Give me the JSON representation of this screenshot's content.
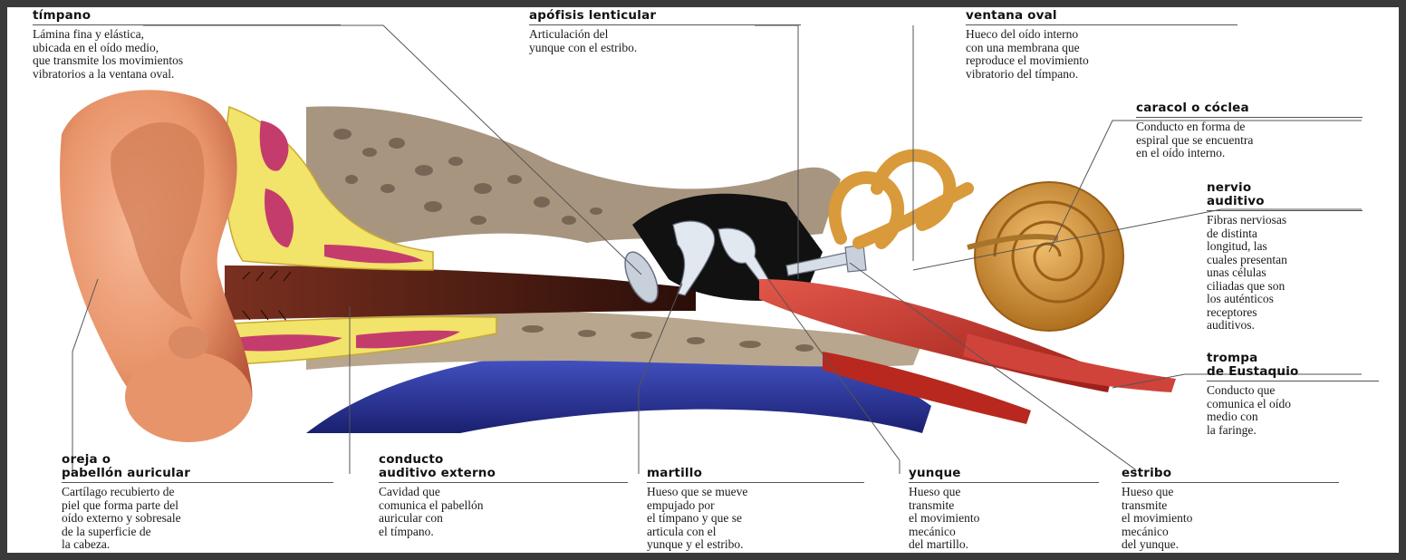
{
  "labels": {
    "timpano": {
      "title": "tímpano",
      "text": "Lámina fina y elástica,\nubicada en el oído medio,\nque transmite los movimientos\nvibratorios a la ventana oval."
    },
    "apofisis": {
      "title": "apófisis lenticular",
      "text": "Articulación del\nyunque con el estribo."
    },
    "ventana": {
      "title": "ventana oval",
      "text": "Hueco del oído interno\ncon una membrana que\nreproduce el movimiento\nvibratorio del tímpano."
    },
    "caracol": {
      "title": "caracol o cóclea",
      "text": "Conducto en forma de\nespiral que se encuentra\nen el oído interno."
    },
    "nervio": {
      "title": "nervio\nauditivo",
      "text": "Fibras nerviosas\nde distinta\nlongitud, las\ncuales presentan\nunas células\nciliadas que son\nlos auténticos\nreceptores\nauditivos."
    },
    "trompa": {
      "title": "trompa\nde Eustaquio",
      "text": "Conducto que\ncomunica el oído\nmedio con\nla faringe."
    },
    "oreja": {
      "title": "oreja o\npabellón auricular",
      "text": "Cartílago recubierto de\npiel que forma parte del\noído externo y sobresale\nde la superficie de\nla cabeza."
    },
    "conducto": {
      "title": "conducto\nauditivo externo",
      "text": "Cavidad que\ncomunica el pabellón\nauricular con\nel tímpano."
    },
    "martillo": {
      "title": "martillo",
      "text": "Hueso que se mueve\nempujado por\nel tímpano y que se\narticula con el\nyunque y el estribo."
    },
    "yunque": {
      "title": "yunque",
      "text": "Hueso que\ntransmite\nel movimiento\nmecánico\ndel martillo."
    },
    "estribo": {
      "title": "estribo",
      "text": "Hueso que\ntransmite\nel movimiento\nmecánico\ndel yunque."
    }
  },
  "colors": {
    "skin": "#e8946a",
    "skin_dark": "#b8583a",
    "cartilage": "#f2e36a",
    "magenta": "#c43c6c",
    "bone": "#a89580",
    "canal": "#5a2418",
    "blue": "#2a3aa8",
    "muscle": "#c8332a",
    "cochlea": "#d89a3a",
    "ossicle": "#c8d0dc"
  }
}
